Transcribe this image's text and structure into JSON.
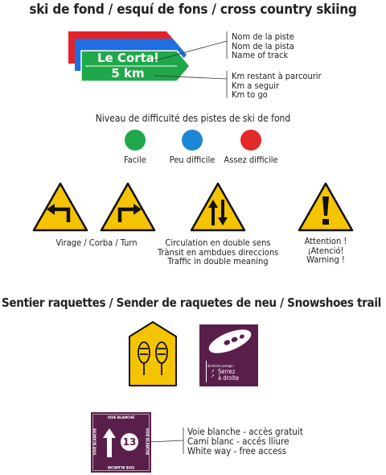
{
  "section1": {
    "title": "ski de fond / esquí de fons / cross country skiing",
    "sign_name": "Le Cortal",
    "sign_km": "5 km",
    "label_name": [
      "Nom de la piste",
      "Nom de la pista",
      "Name of track"
    ],
    "label_km": [
      "Km restant à parcourir",
      "Km a seguir",
      "Km to go"
    ],
    "difficulty_title": "Niveau de difficulté des pistes de ski de fond",
    "levels": [
      {
        "label": "Facile",
        "color": "#1fa84a"
      },
      {
        "label": "Peu difficile",
        "color": "#1e86d6"
      },
      {
        "label": "Assez difficile",
        "color": "#e32a2a"
      }
    ],
    "sign_colors": {
      "green": "#1fa84a",
      "blue": "#1e6fe0",
      "red": "#e3222b",
      "yellow": "#f5c400"
    },
    "warnings": {
      "turn": "Virage / Corba / Turn",
      "double": [
        "Circulation en double sens",
        "Trànsit en ambdues direccions",
        "Traffic in double meaning"
      ],
      "attention": [
        "Attention !",
        "¡Atenció!",
        "Warning !"
      ]
    }
  },
  "section2": {
    "title": "Sentier raquettes / Sender de raquetes de neu / Snowshoes trail",
    "panel_small": "itinéraire partagé :",
    "panel_text": [
      "Serrez",
      "à droite"
    ],
    "voie_label": "VOIE BLANCHE",
    "voie_number": "13",
    "voie_desc": [
      "Voie blanche - accès gratuit",
      "Camí blanc - accés lliure",
      "White way - free access"
    ],
    "purple": "#5a1e4b"
  }
}
